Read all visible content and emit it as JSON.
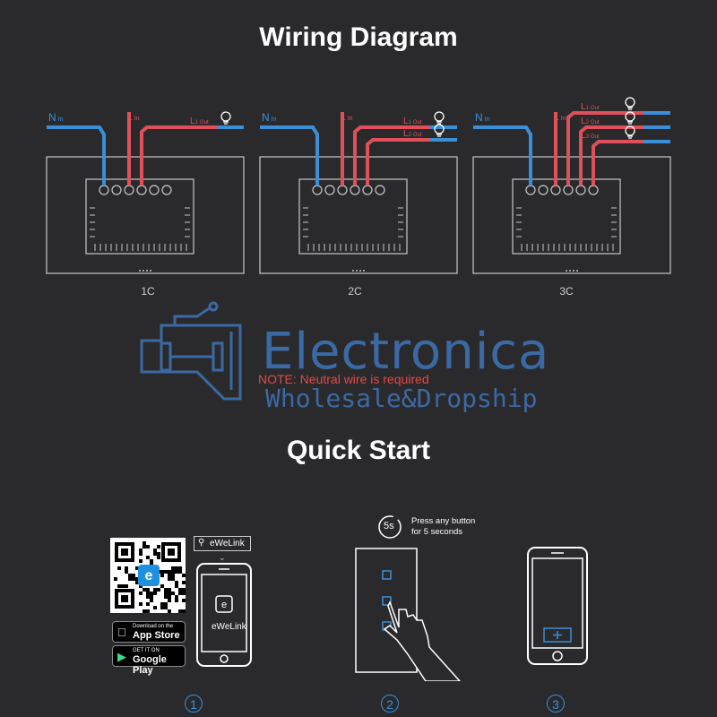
{
  "wiring_title": "Wiring Diagram",
  "quick_title": "Quick Start",
  "diagrams": [
    {
      "label": "1C",
      "n_in": "N",
      "n_sub": "In",
      "l_in": "L",
      "l_sub": "In",
      "outs": [
        {
          "main": "L",
          "num": "1",
          "sub": "Out"
        }
      ]
    },
    {
      "label": "2C",
      "n_in": "N",
      "n_sub": "In",
      "l_in": "L",
      "l_sub": "In",
      "outs": [
        {
          "main": "L",
          "num": "1",
          "sub": "Out"
        },
        {
          "main": "L",
          "num": "2",
          "sub": "Out"
        }
      ]
    },
    {
      "label": "3C",
      "n_in": "N",
      "n_sub": "In",
      "l_in": "L",
      "l_sub": "In",
      "outs": [
        {
          "main": "L",
          "num": "1",
          "sub": "Out"
        },
        {
          "main": "L",
          "num": "2",
          "sub": "Out"
        },
        {
          "main": "L",
          "num": "3",
          "sub": "Out"
        }
      ]
    }
  ],
  "watermark": {
    "title": "Electronica",
    "subtitle": "Wholesale&Dropship"
  },
  "note": "NOTE: Neutral wire is required",
  "step1": {
    "search_text": "eWeLink",
    "app_name": "eWeLink",
    "app_store_top": "Download on the",
    "app_store_main": "App Store",
    "google_top": "GET IT ON",
    "google_main": "Google Play",
    "number": "1"
  },
  "step2": {
    "timer": "5s",
    "instruction": [
      "Press any button",
      "for 5 seconds"
    ],
    "number": "2"
  },
  "step3": {
    "number": "3"
  },
  "colors": {
    "neutral": "#3a8fd8",
    "live": "#e0505a",
    "line": "#c8c8c8",
    "bg": "#2a2a2c",
    "accent": "#3a8fd8"
  },
  "icons": [
    "bulb-icon",
    "search-icon",
    "apple-icon",
    "google-play-icon",
    "qr-code",
    "hand-icon",
    "plus-icon",
    "ewelink-logo"
  ]
}
